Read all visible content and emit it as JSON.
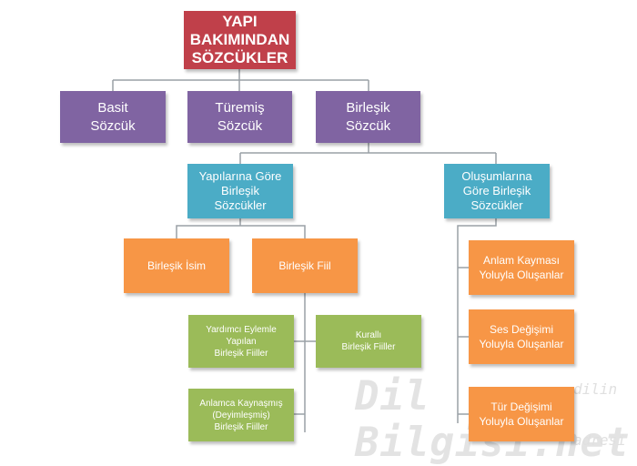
{
  "root": "YAPI\nBAKIMINDAN\nSÖZCÜKLER",
  "level1": {
    "basit": "Basit\nSözcük",
    "tureme": "Türemiş\nSözcük",
    "birlesik": "Birleşik\nSözcük"
  },
  "level2": {
    "yapilarina": "Yapılarına Göre\nBirleşik\nSözcükler",
    "olusumlarina": "Oluşumlarına\nGöre Birleşik\nSözcükler"
  },
  "level3": {
    "isim": "Birleşik İsim",
    "fiil": "Birleşik Fiil"
  },
  "fiil_types": {
    "yardimci": "Yardımcı Eylemle\nYapılan\nBirleşik Fiiller",
    "kuralli": "Kurallı\nBirleşik Fiiller",
    "anlamca": "Anlamca Kaynaşmış\n(Deyimleşmiş)\nBirleşik Fiiller"
  },
  "olusum_types": {
    "anlam": "Anlam Kayması\nYoluyla Oluşanlar",
    "ses": "Ses Değişimi\nYoluyla Oluşanlar",
    "tur": "Tür Değişimi\nYoluyla Oluşanlar"
  },
  "watermark": {
    "main": "Dil Bilgisi.net",
    "top": "dilin",
    "bottom": "adresi"
  },
  "colors": {
    "root": "#c0404a",
    "level1": "#8064a2",
    "level2": "#4bacc6",
    "level3": "#f79646",
    "leaf": "#9bbb59",
    "connector": "#9aa0a6"
  }
}
